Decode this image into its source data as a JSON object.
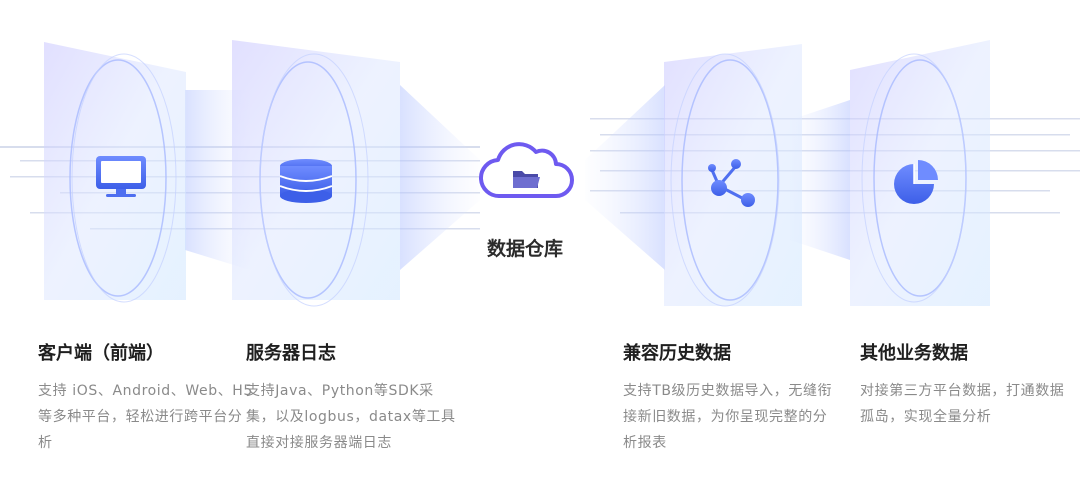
{
  "center": {
    "title": "数据仓库",
    "icon": "cloud-folder-icon"
  },
  "columns": [
    {
      "title": "客户端（前端）",
      "desc": "支持 iOS、Android、Web、H5等多种平台，轻松进行跨平台分析",
      "icon": "monitor-icon"
    },
    {
      "title": "服务器日志",
      "desc": "支持Java、Python等SDK采集，以及logbus，datax等工具直接对接服务器端日志",
      "icon": "database-icon"
    },
    {
      "title": "兼容历史数据",
      "desc": "支持TB级历史数据导入，无缝衔接新旧数据，为你呈现完整的分析报表",
      "icon": "share-nodes-icon"
    },
    {
      "title": "其他业务数据",
      "desc": "对接第三方平台数据，打通数据孤岛，实现全量分析",
      "icon": "pie-chart-icon"
    }
  ],
  "colors": {
    "accent": "#5b73f5",
    "panel_light": "#e9efff",
    "beam": "#cfdcff",
    "cloud_stroke": "#6e5af0",
    "title": "#1f1f1f",
    "desc": "#8a8a8a"
  }
}
